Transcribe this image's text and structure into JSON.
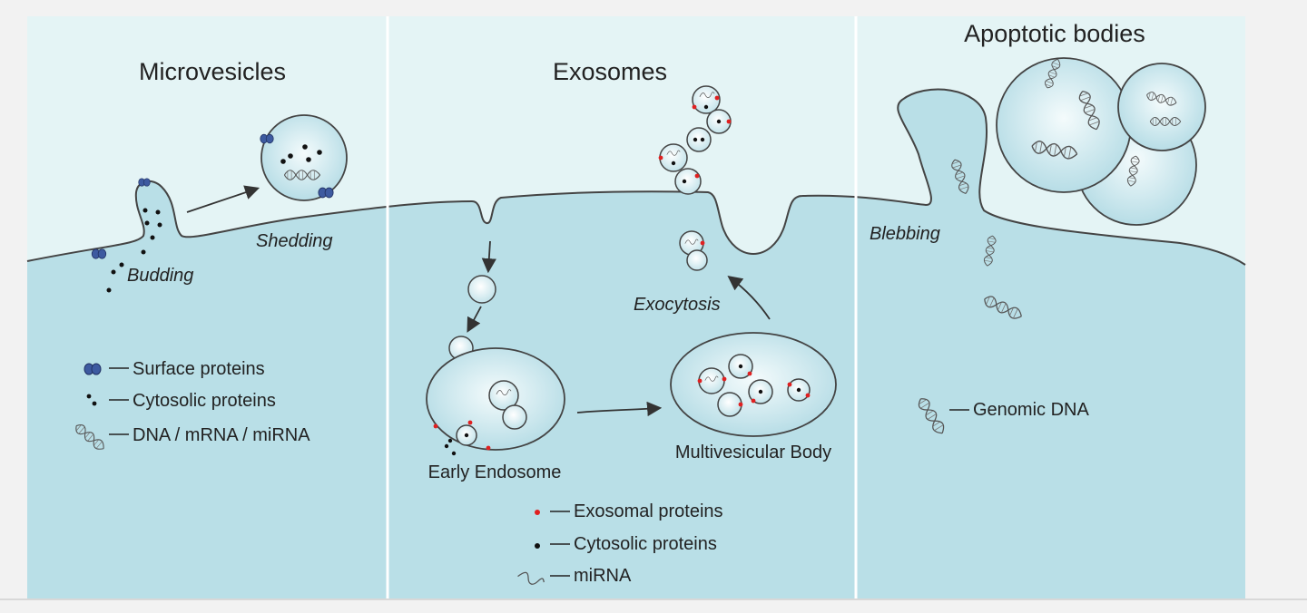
{
  "panels": {
    "microvesicles": {
      "title": "Microvesicles",
      "budding": "Budding",
      "shedding": "Shedding",
      "legend": [
        "Surface proteins",
        "Cytosolic proteins",
        "DNA / mRNA / miRNA"
      ]
    },
    "exosomes": {
      "title": "Exosomes",
      "exocytosis": "Exocytosis",
      "early_endosome": "Early Endosome",
      "multivesicular_body": "Multivesicular Body",
      "legend": [
        "Exosomal proteins",
        "Cytosolic proteins",
        "miRNA"
      ]
    },
    "apoptotic": {
      "title": "Apoptotic bodies",
      "blebbing": "Blebbing",
      "legend": [
        "Genomic DNA"
      ]
    }
  },
  "colors": {
    "extracellular": "#e4f4f5",
    "cytoplasm": "#b9dfe7",
    "vesicle": "#d3ecef",
    "membrane": "#444444",
    "surface_protein": "#3d5aa0",
    "exosomal_protein": "#e02020",
    "cytosolic_protein": "#111111",
    "frame": "#f2f2f2"
  }
}
